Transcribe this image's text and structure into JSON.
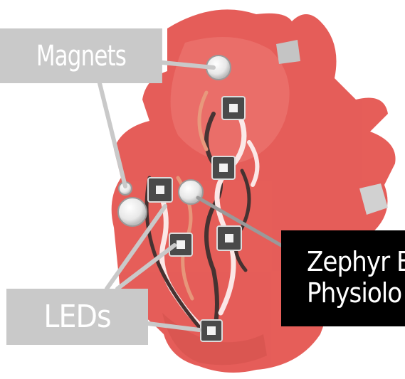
{
  "labels": {
    "magnets": "Magnets",
    "leds": "LEDs",
    "zephyr_line1": "Zephyr B",
    "zephyr_line2": "Physiolo"
  },
  "colors": {
    "heart_body": "#d9332f",
    "heart_light": "#e56a66",
    "label_gray": "#c9c9c9",
    "label_black": "#000000",
    "leader_line": "#c9c9c9"
  }
}
